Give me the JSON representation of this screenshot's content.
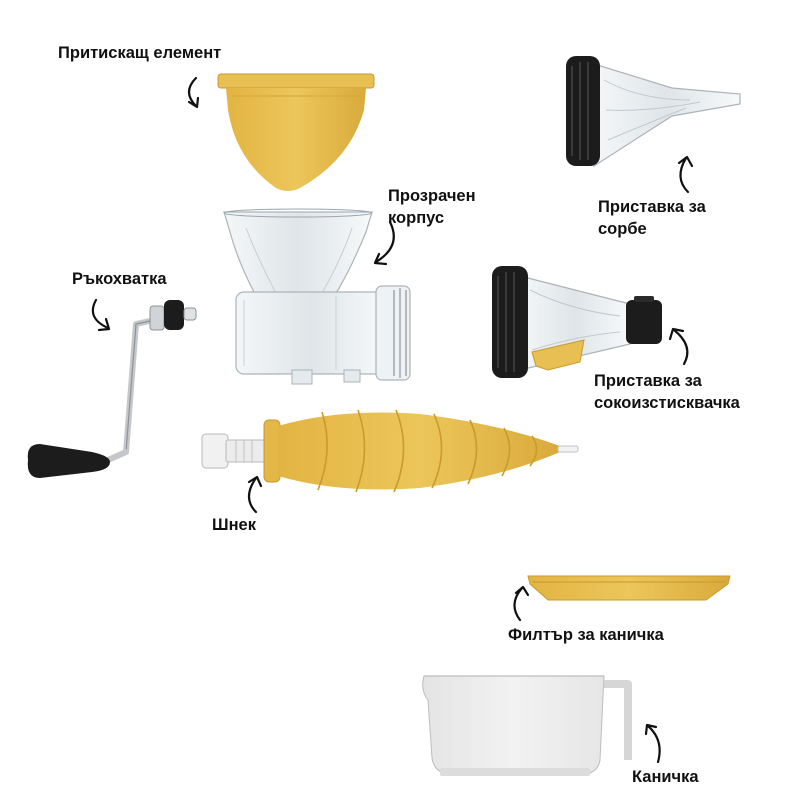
{
  "colors": {
    "yellow": "#e6bd4c",
    "yellow_dark": "#c99a2c",
    "black": "#1c1c1c",
    "glass": "#b9c3c9",
    "white_part": "#eeeeee"
  },
  "labels": {
    "pusher": "Притискащ елемент",
    "body": [
      "Прозрачен",
      "корпус"
    ],
    "sorbet": [
      "Приставка за",
      "сорбе"
    ],
    "handle": "Ръкохватка",
    "juice": [
      "Приставка за",
      "сокоизстисквачка"
    ],
    "auger": "Шнек",
    "filter": "Филтър за каничка",
    "jug": "Каничка"
  },
  "icons": [
    "curved-arrow-icon"
  ]
}
